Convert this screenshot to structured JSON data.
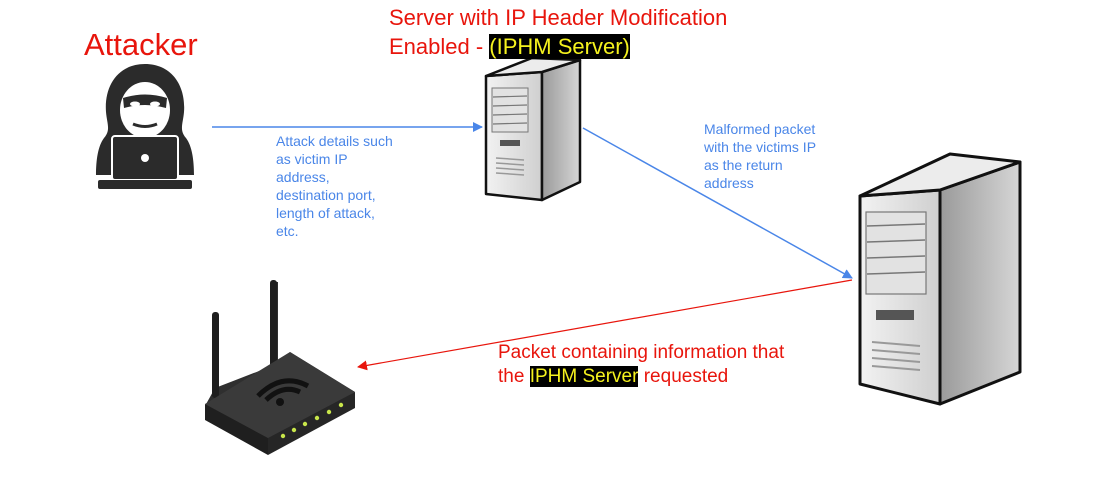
{
  "labels": {
    "attacker": "Attacker",
    "server_line1": "Server with IP Header Modification",
    "server_line2_prefix": "Enabled - ",
    "server_line2_highlight": "(IPHM Server)",
    "attack_details": "Attack details such\nas victim IP\naddress,\ndestination port,\nlength of attack,\netc.",
    "malformed_packet": "Malformed packet\nwith the victims IP\nas the return\naddress",
    "packet_info_prefix": "Packet containing information that the ",
    "packet_info_highlight": "IPHM Server",
    "packet_info_suffix": " requested"
  },
  "nodes": [
    {
      "id": "attacker",
      "icon": "hacker-icon"
    },
    {
      "id": "iphm-server",
      "icon": "server-tower-icon"
    },
    {
      "id": "victim-server",
      "icon": "server-tower-icon"
    },
    {
      "id": "router",
      "icon": "wifi-router-icon"
    }
  ],
  "edges": [
    {
      "from": "attacker",
      "to": "iphm-server",
      "color": "#4a86e8"
    },
    {
      "from": "iphm-server",
      "to": "victim-server",
      "color": "#4a86e8"
    },
    {
      "from": "victim-server",
      "to": "router",
      "color": "#e8150c"
    }
  ],
  "colors": {
    "red": "#e8150c",
    "blue": "#4a86e8",
    "highlight_bg": "#000000",
    "highlight_text": "#f5f21e"
  }
}
